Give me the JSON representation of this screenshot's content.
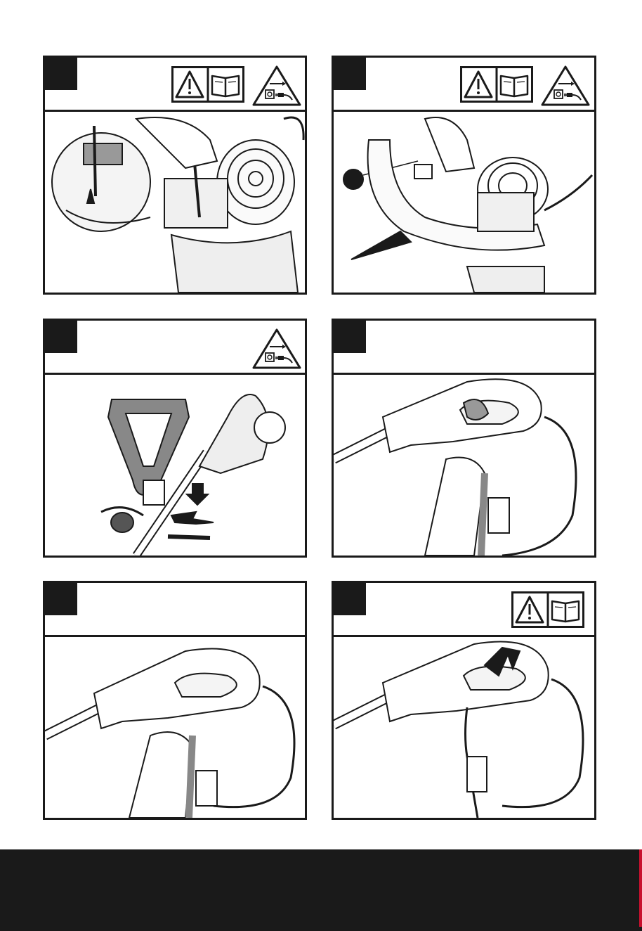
{
  "page": {
    "background": "#ffffff",
    "ink": "#1a1a1a",
    "footer_color": "#1a1a1a",
    "accent": "#c8102e"
  },
  "panels": [
    {
      "step": "",
      "icons": [
        "warning-icon",
        "manual-icon",
        "unplug-icon"
      ],
      "art": "screwdriver-loosening-guard-screw"
    },
    {
      "step": "",
      "icons": [
        "warning-icon",
        "manual-icon",
        "unplug-icon"
      ],
      "art": "guard-sliding-onto-motor-housing"
    },
    {
      "step": "",
      "icons": [
        "unplug-icon"
      ],
      "art": "auxiliary-handle-bolt-and-knob"
    },
    {
      "step": "",
      "icons": [],
      "art": "cord-looped-through-strain-relief"
    },
    {
      "step": "",
      "icons": [],
      "art": "extension-cord-connecting"
    },
    {
      "step": "",
      "icons": [
        "warning-icon",
        "manual-icon"
      ],
      "art": "cord-pulled-into-retainer"
    }
  ]
}
